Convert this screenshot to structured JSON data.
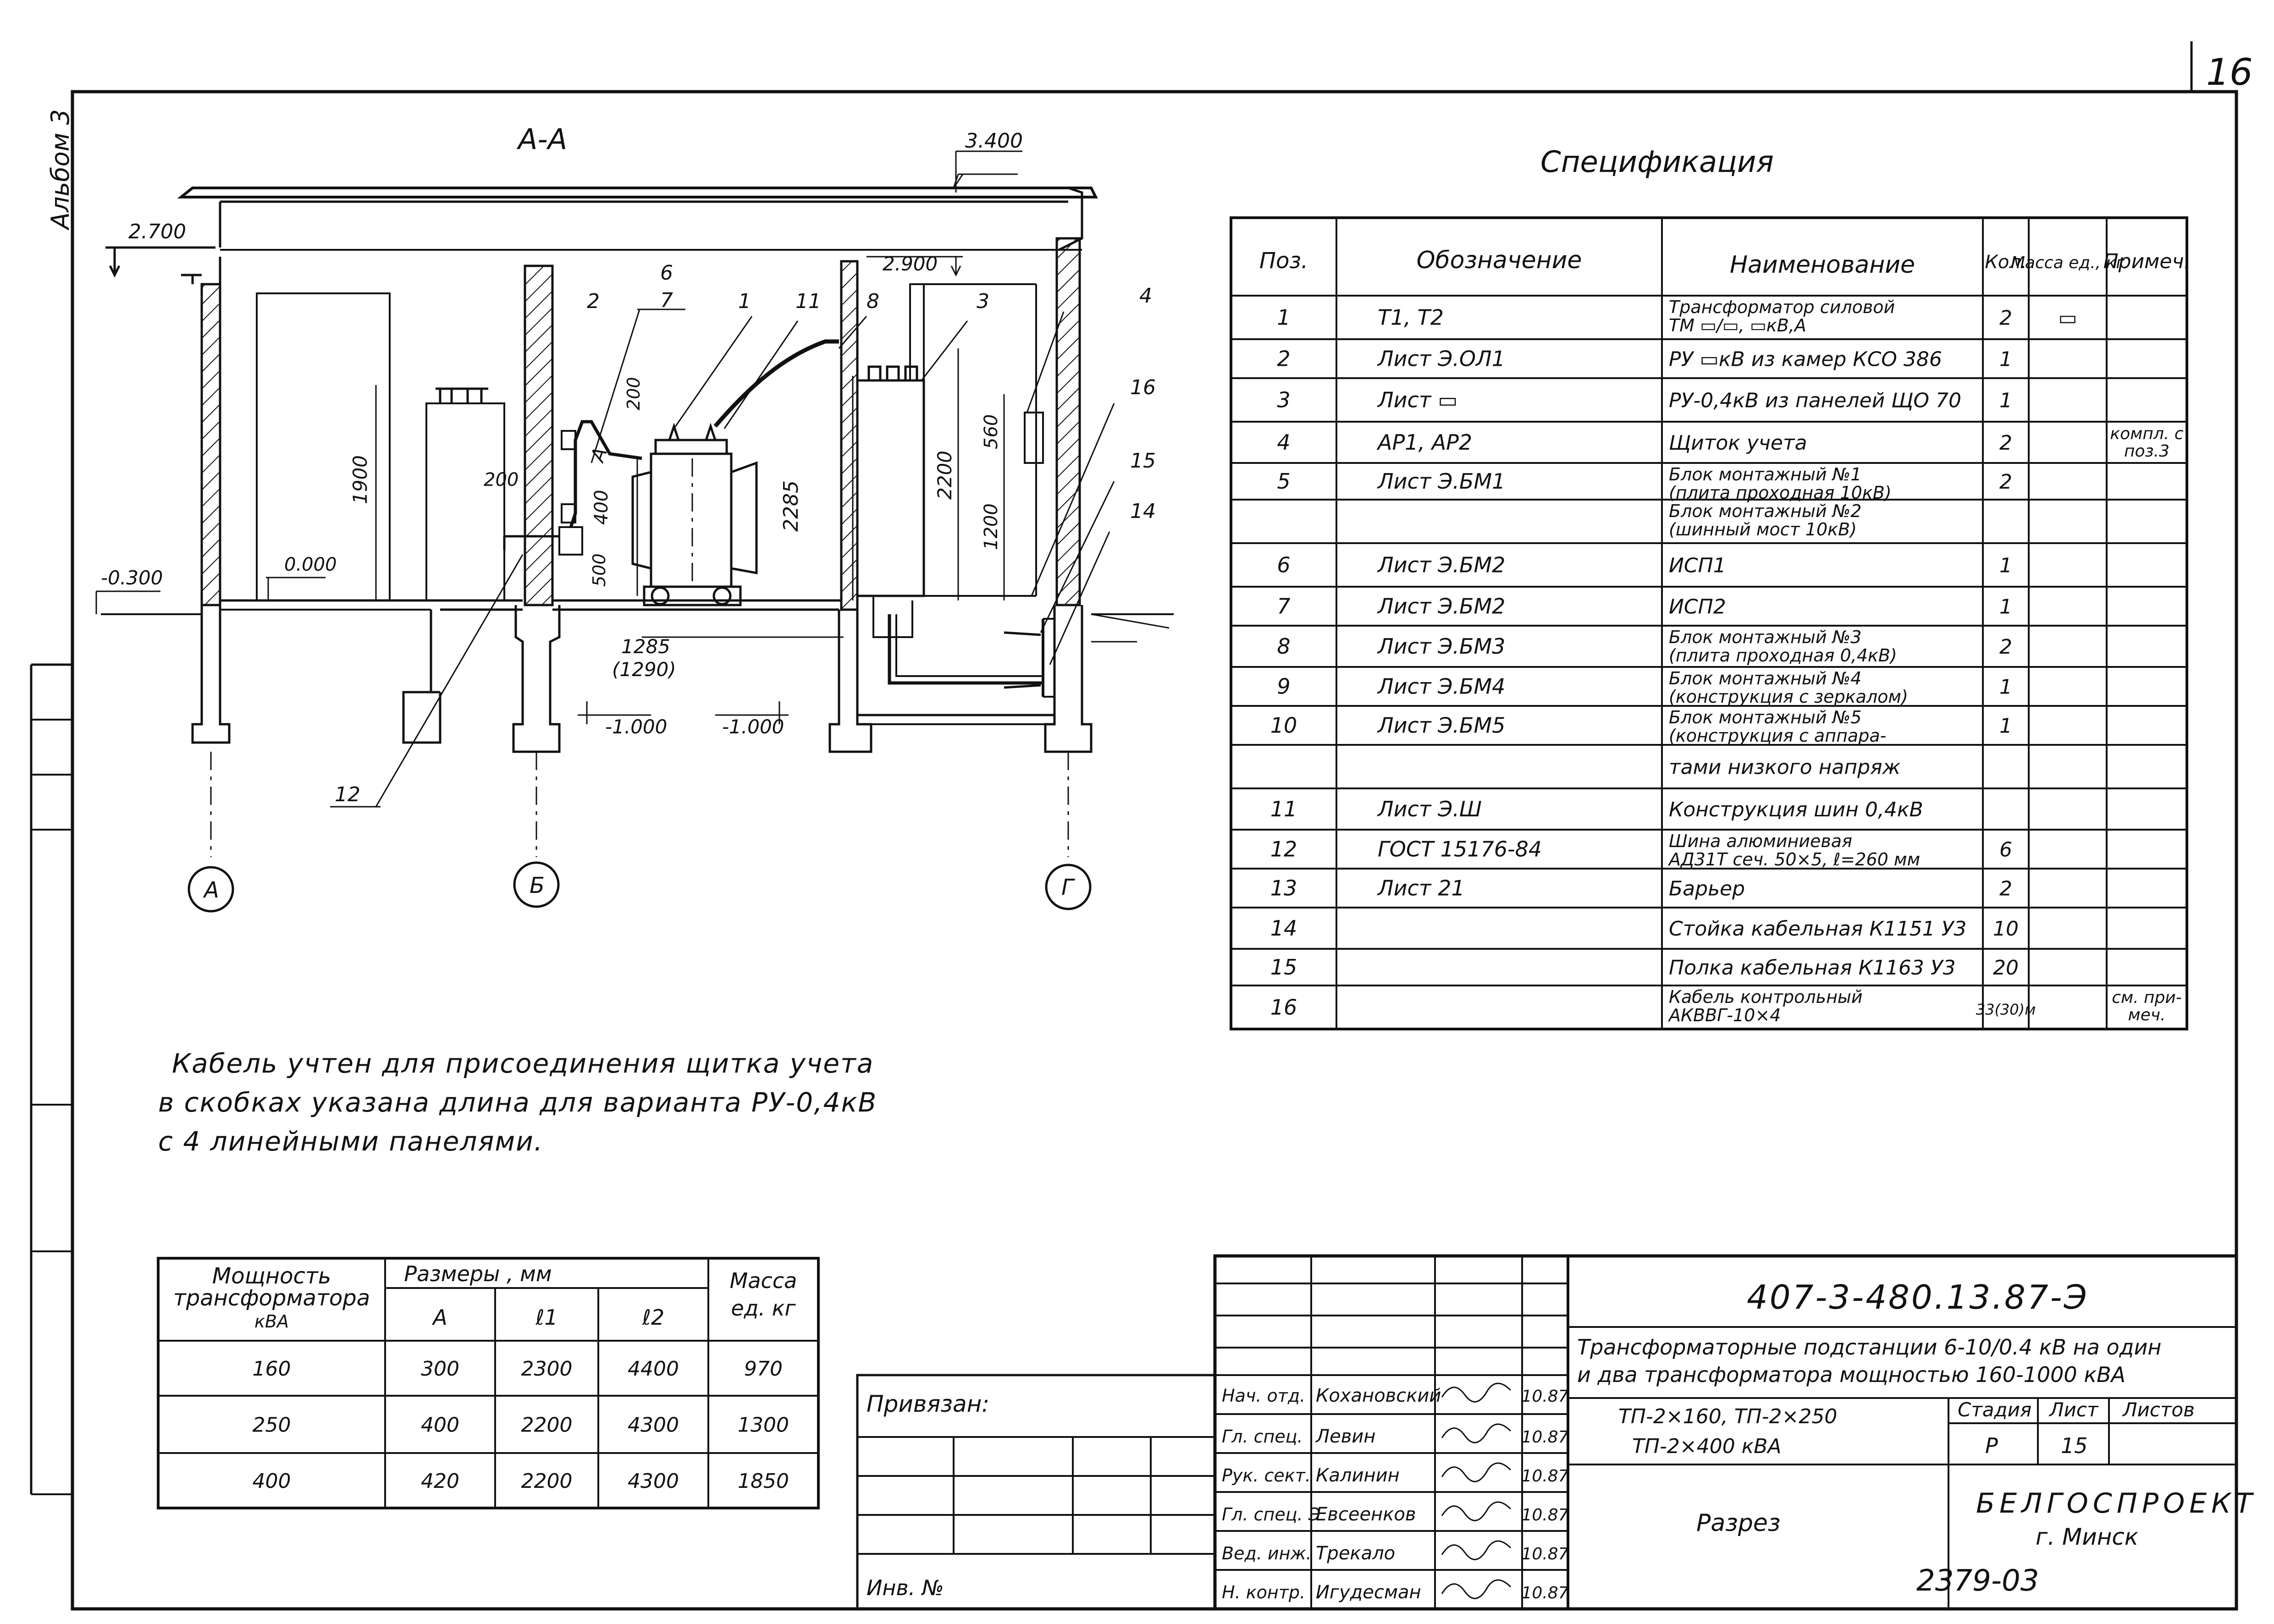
{
  "page_corner": {
    "album_label": "Альбом 3",
    "sheet_number": "16"
  },
  "section": {
    "title": "А-А",
    "levels": [
      "3.400",
      "2.700",
      "2.900",
      "0.000",
      "-0.300",
      "-1.000",
      "-1.000"
    ],
    "dims": [
      "1900",
      "200",
      "200",
      "400",
      "500",
      "2285",
      "2200",
      "560",
      "1200",
      "1285",
      "(1290)"
    ],
    "text_labels": [
      "A"
    ],
    "callouts": [
      "1",
      "2",
      "3",
      "4",
      "6",
      "7",
      "8",
      "11",
      "12",
      "14",
      "15",
      "16"
    ],
    "axes": [
      "А",
      "Б",
      "Г"
    ]
  },
  "note": {
    "lines": [
      "Кабель учтен для присоединения щитка учета",
      "в скобках указана длина для варианта РУ-0,4кВ",
      "с 4 линейными панелями."
    ]
  },
  "spec": {
    "title": "Спецификация",
    "headers": [
      "Поз.",
      "Обозначение",
      "Наименование",
      "Кол.",
      "Масса ед., кг",
      "Примеч."
    ],
    "rows": [
      {
        "pos": "1",
        "des": "Т1, Т2",
        "name": [
          "Трансформатор силовой",
          "ТМ ▭/▭, ▭кВ,А"
        ],
        "qty": "2",
        "mass": "▭",
        "note": []
      },
      {
        "pos": "2",
        "des": "Лист Э.ОЛ1",
        "name": [
          "РУ ▭кВ из камер КСО 386"
        ],
        "qty": "1",
        "mass": "",
        "note": []
      },
      {
        "pos": "3",
        "des": "Лист ▭",
        "name": [
          "РУ-0,4кВ из панелей ЩО 70"
        ],
        "qty": "1",
        "mass": "",
        "note": []
      },
      {
        "pos": "4",
        "des": "АР1, АР2",
        "name": [
          "Щиток учета"
        ],
        "qty": "2",
        "mass": "",
        "note": [
          "компл. с",
          "поз.3"
        ]
      },
      {
        "pos": "5",
        "des": "Лист Э.БМ1",
        "name": [
          "Блок монтажный №1",
          "(плита проходная 10кВ)"
        ],
        "qty": "2",
        "mass": "",
        "note": []
      },
      {
        "pos": "",
        "des": "",
        "name": [
          "Блок монтажный №2",
          "(шинный мост 10кВ)"
        ],
        "qty": "",
        "mass": "",
        "note": []
      },
      {
        "pos": "6",
        "des": "Лист Э.БМ2",
        "name": [
          "ИСП1"
        ],
        "qty": "1",
        "mass": "",
        "note": []
      },
      {
        "pos": "7",
        "des": "Лист Э.БМ2",
        "name": [
          "ИСП2"
        ],
        "qty": "1",
        "mass": "",
        "note": []
      },
      {
        "pos": "8",
        "des": "Лист Э.БМ3",
        "name": [
          "Блок монтажный №3",
          "(плита проходная 0,4кВ)"
        ],
        "qty": "2",
        "mass": "",
        "note": []
      },
      {
        "pos": "9",
        "des": "Лист Э.БМ4",
        "name": [
          "Блок монтажный №4",
          "(конструкция с зеркалом)"
        ],
        "qty": "1",
        "mass": "",
        "note": []
      },
      {
        "pos": "10",
        "des": "Лист Э.БМ5",
        "name": [
          "Блок монтажный №5",
          "(конструкция с аппара-"
        ],
        "qty": "1",
        "mass": "",
        "note": []
      },
      {
        "pos": "",
        "des": "",
        "name": [
          "тами низкого напряж"
        ],
        "qty": "",
        "mass": "",
        "note": []
      },
      {
        "pos": "11",
        "des": "Лист Э.Ш",
        "name": [
          "Конструкция шин 0,4кВ"
        ],
        "qty": "",
        "mass": "",
        "note": []
      },
      {
        "pos": "12",
        "des": "ГОСТ 15176-84",
        "name": [
          "Шина алюминиевая",
          "АД31Т сеч. 50×5, ℓ=260 мм"
        ],
        "qty": "6",
        "mass": "",
        "note": []
      },
      {
        "pos": "13",
        "des": "Лист 21",
        "name": [
          "Барьер"
        ],
        "qty": "2",
        "mass": "",
        "note": []
      },
      {
        "pos": "14",
        "des": "",
        "name": [
          "Стойка кабельная К1151 У3"
        ],
        "qty": "10",
        "mass": "",
        "note": []
      },
      {
        "pos": "15",
        "des": "",
        "name": [
          "Полка кабельная К1163 У3"
        ],
        "qty": "20",
        "mass": "",
        "note": []
      },
      {
        "pos": "16",
        "des": "",
        "name": [
          "Кабель контрольный",
          "АКВВГ-10×4"
        ],
        "qty": "33(30)м",
        "mass": "",
        "note": [
          "см. при-",
          "меч."
        ]
      }
    ]
  },
  "power_table": {
    "headers": {
      "power": "Мощность трансформатора кВА",
      "sizes": "Размеры , мм",
      "a": "А",
      "l1": "ℓ1",
      "l2": "ℓ2",
      "mass": "Масса ед. кг"
    },
    "rows": [
      {
        "power": "160",
        "a": "300",
        "l1": "2300",
        "l2": "4400",
        "mass": "970"
      },
      {
        "power": "250",
        "a": "400",
        "l1": "2200",
        "l2": "4300",
        "mass": "1300"
      },
      {
        "power": "400",
        "a": "420",
        "l1": "2200",
        "l2": "4300",
        "mass": "1850"
      }
    ]
  },
  "title_block": {
    "code": "407-3-480.13.87-Э",
    "description": [
      "Трансформаторные подстанции 6-10/0.4 кВ на один",
      "и два трансформатора мощностью 160-1000 кВА"
    ],
    "variant": [
      "ТП-2×160, ТП-2×250",
      "ТП-2×400 кВА"
    ],
    "stage_header": "Стадия",
    "sheet_header": "Лист",
    "sheets_header": "Листов",
    "stage": "Р",
    "sheet": "15",
    "sheets": "",
    "drawing_name": "Разрез",
    "org": [
      "БЕЛГОСПРОЕКТ",
      "г. Минск"
    ],
    "bound": "Привязан:",
    "inv": "Инв. №",
    "staff": [
      {
        "role": "Нач. отд.",
        "name": "Кохановский",
        "date": "10.87"
      },
      {
        "role": "Гл. спец.",
        "name": "Левин",
        "date": "10.87"
      },
      {
        "role": "Рук. сект.",
        "name": "Калинин",
        "date": "10.87"
      },
      {
        "role": "Гл. спец. Э",
        "name": "Евсеенков",
        "date": "10.87"
      },
      {
        "role": "Вед. инж.",
        "name": "Трекало",
        "date": "10.87"
      },
      {
        "role": "Н. контр.",
        "name": "Игудесман",
        "date": "10.87"
      }
    ],
    "stamp": "2379-03"
  }
}
